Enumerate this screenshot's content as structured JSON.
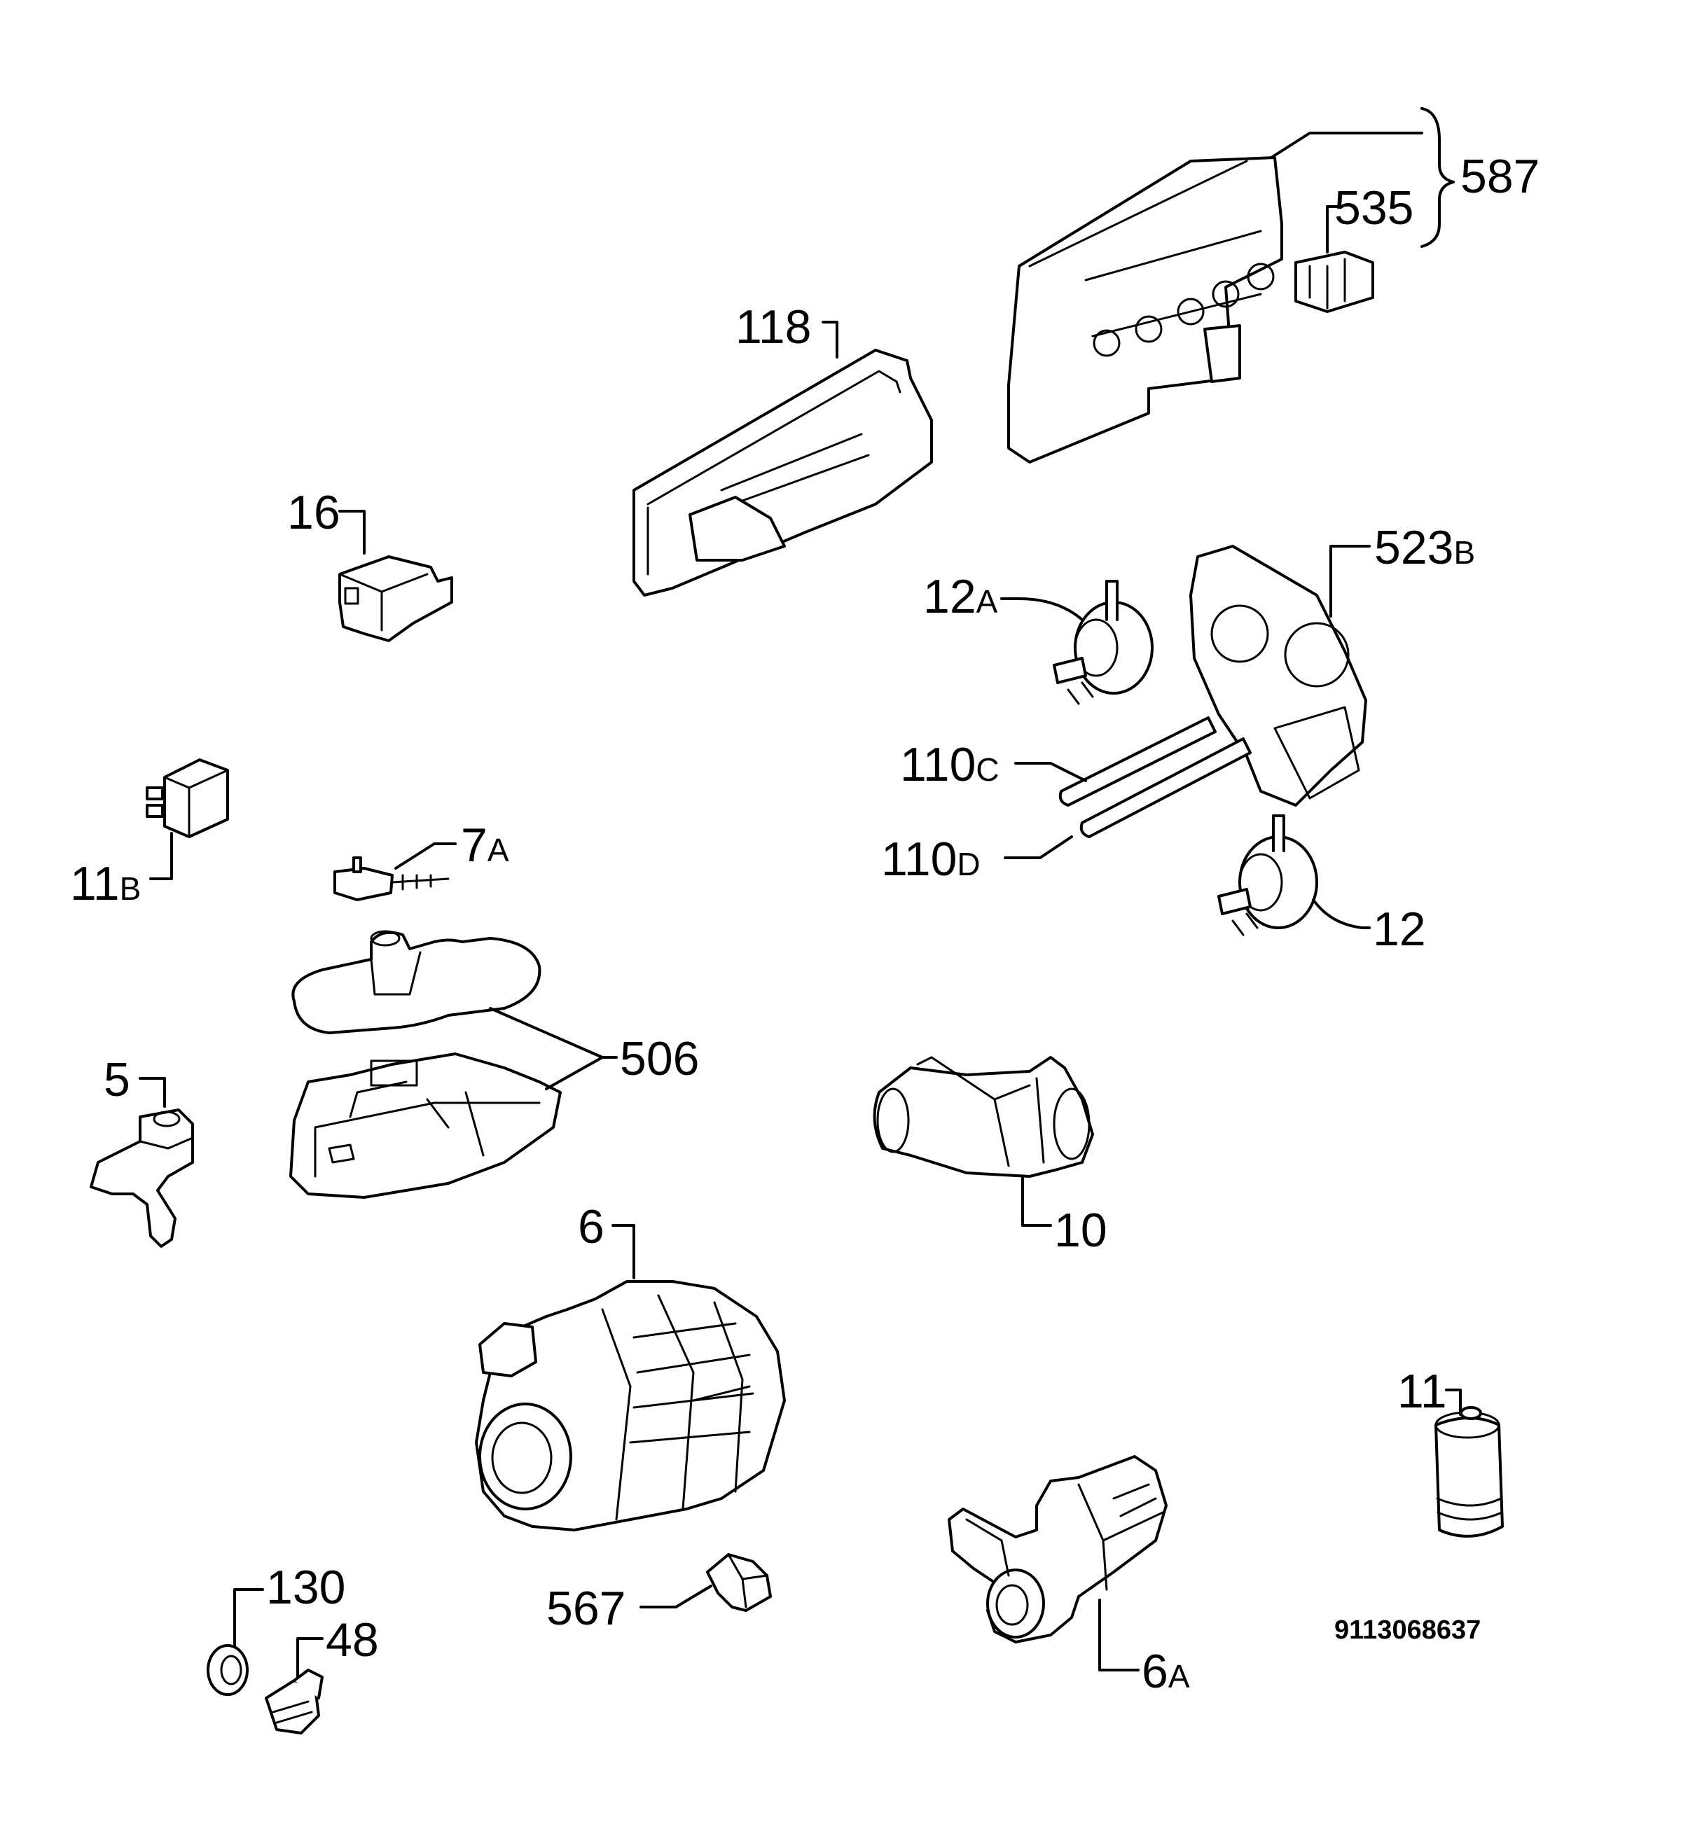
{
  "labels": {
    "l587": "587",
    "l535": "535",
    "l118": "118",
    "l16": "16",
    "l523": "523",
    "l523_suffix": "B",
    "l12a": "12",
    "l12a_suffix": "A",
    "l110c": "110",
    "l110c_suffix": "C",
    "l110d": "110",
    "l110d_suffix": "D",
    "l12": "12",
    "l11b": "11",
    "l11b_suffix": "B",
    "l7a": "7",
    "l7a_suffix": "A",
    "l506": "506",
    "l5": "5",
    "l10": "10",
    "l6": "6",
    "l11": "11",
    "l130": "130",
    "l48": "48",
    "l567": "567",
    "l6a": "6",
    "l6a_suffix": "A"
  },
  "diagram_code": "9113068637"
}
